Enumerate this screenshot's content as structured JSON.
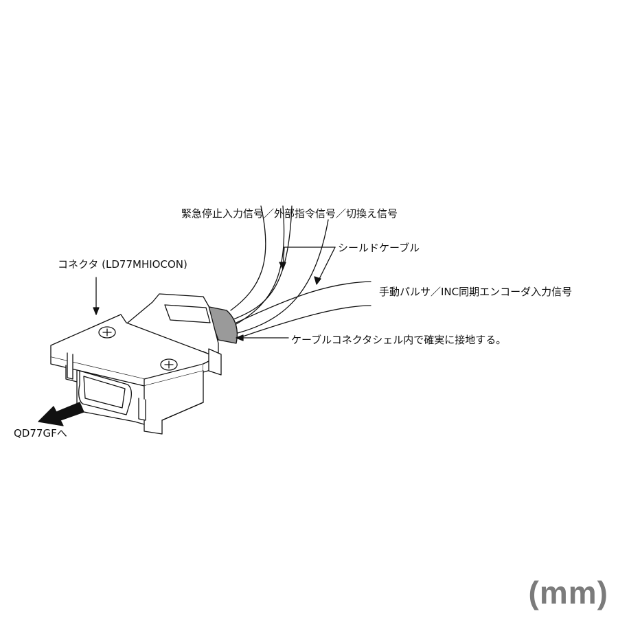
{
  "labels": {
    "signal_top": "緊急停止入力信号／外部指令信号／切換え信号",
    "shield_cable": "シールドケーブル",
    "connector": "コネクタ (LD77MHIOCON)",
    "handle_pulser": "手動パルサ／INC同期エンコーダ入力信号",
    "ground_note": "ケーブルコネクタシェル内で確実に接地する。",
    "destination": "QD77GFへ"
  },
  "unit": "(mm)",
  "colors": {
    "line": "#111111",
    "unit_text": "#7b7b7b",
    "grommet": "#9a9a9a"
  }
}
